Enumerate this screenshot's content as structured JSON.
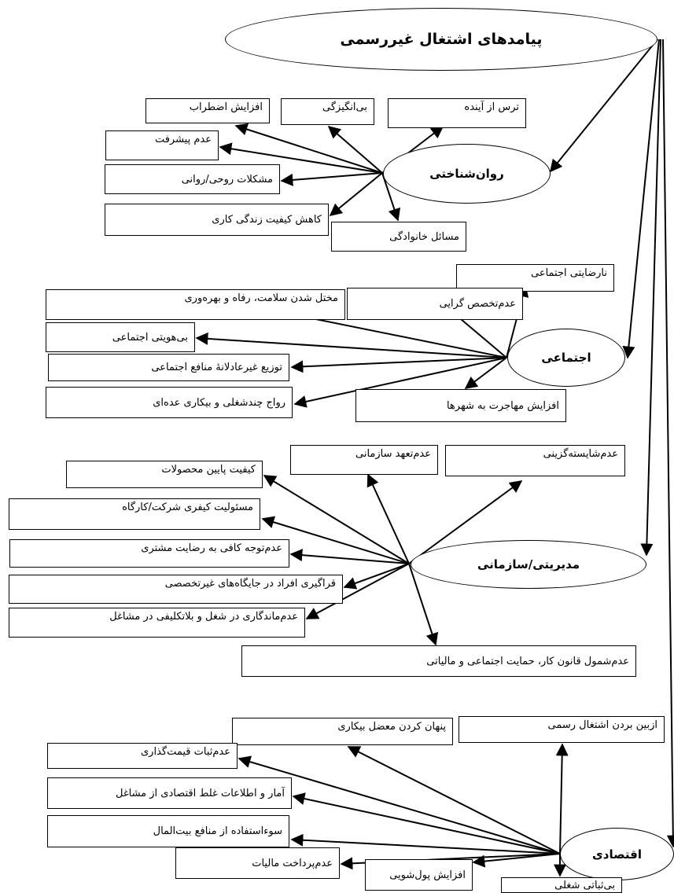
{
  "title": "پیامدهای اشتغال غیررسمی",
  "categories": {
    "psychological": {
      "label": "روان‌شناختی",
      "items": [
        "ترس از آینده",
        "بی‌انگیزگی",
        "افزایش اضطراب",
        "عدم پیشرفت",
        "مشکلات روحی/روانی",
        "کاهش کیفیت زندگی کاری",
        "مسائل خانوادگی"
      ]
    },
    "social": {
      "label": "اجتماعی",
      "items": [
        "نارضایتی اجتماعی",
        "عدم‌تخصص گرایی",
        "مختل شدن سلامت، رفاه و بهره‌وری",
        "بی‌هویتی اجتماعی",
        "توزیع غیرعادلانهٔ منافع اجتماعی",
        "رواج چندشغلی و بیکاری عده‌ای",
        "افزایش مهاجرت به شهرها"
      ]
    },
    "managerial": {
      "label": "مدیریتی/سازمانی",
      "items": [
        "عدم‌شایسته‌گزینی",
        "عدم‌تعهد سازمانی",
        "کیفیت پایین محصولات",
        "مسئولیت کیفری شرکت/کارگاه",
        "عدم‌توجه کافی به رضایت مشتری",
        "قراگیری افراد در جایگاه‌های غیرتخصصی",
        "عدم‌ماندگاری در شغل و بلاتکلیفی در مشاغل",
        "عدم‌شمول قانون کار، حمایت اجتماعی و مالیاتی"
      ]
    },
    "economic": {
      "label": "اقتصادی",
      "items": [
        "از‌بین بردن اشتغال رسمی",
        "پنهان کردن معضل بیکاری",
        "عدم‌ثبات قیمت‌گذاری",
        "آمار و اطلاعات غلط اقتصادی از مشاغل",
        "سوءاستفاده از منافع بیت‌المال",
        "عدم‌پرداخت مالیات",
        "افزایش پول‌شویی",
        "بی‌ثباتی شغلی"
      ]
    }
  }
}
